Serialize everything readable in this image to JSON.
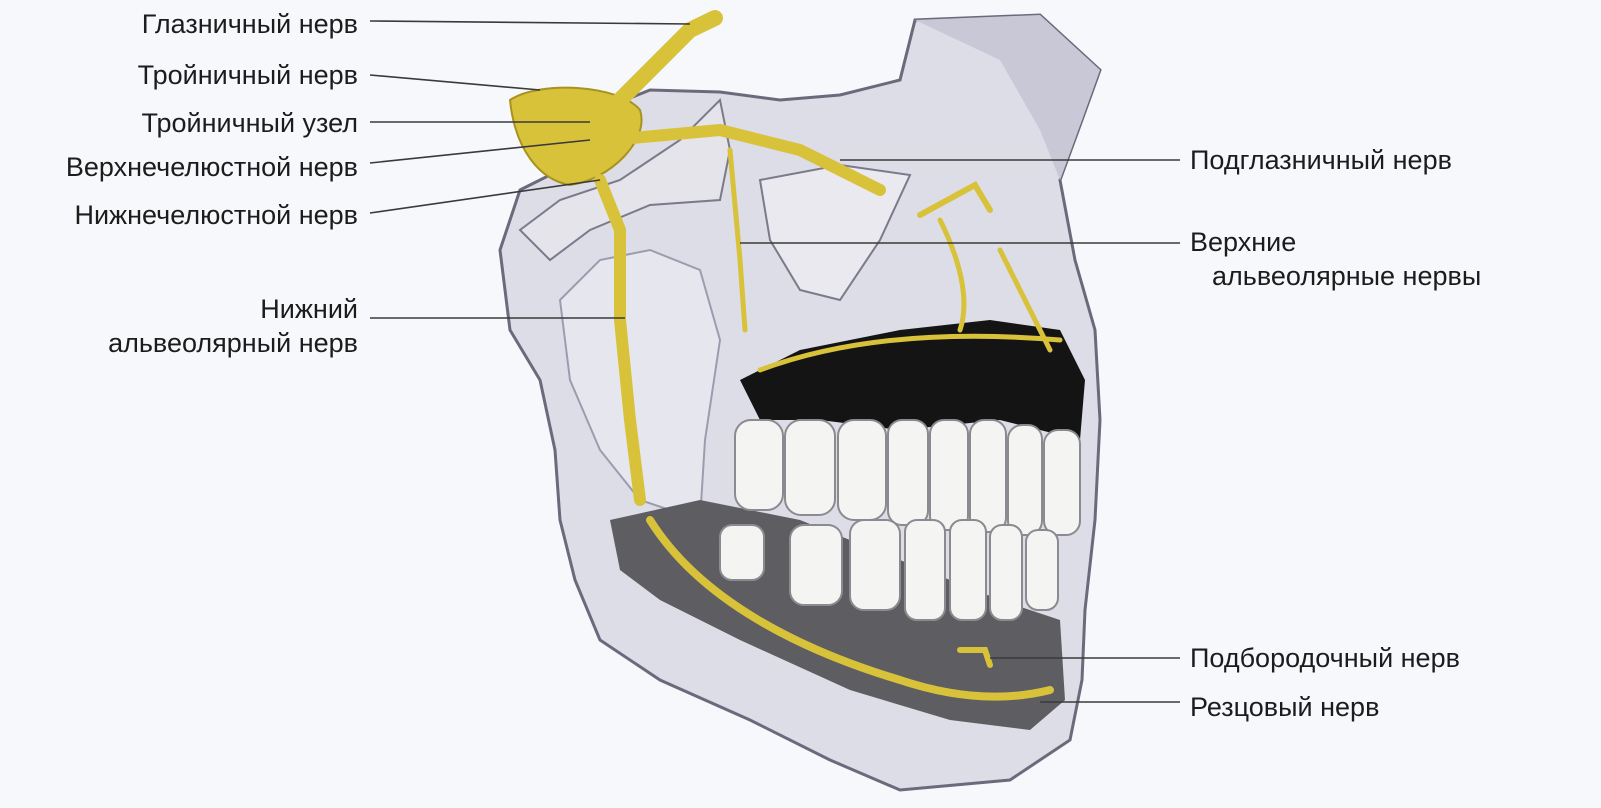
{
  "labels_left": [
    {
      "id": "glaznichny",
      "lines": [
        "Глазничный нерв"
      ]
    },
    {
      "id": "troinichny-nerv",
      "lines": [
        "Тройничный нерв"
      ]
    },
    {
      "id": "troinichny-uzel",
      "lines": [
        "Тройничный узел"
      ]
    },
    {
      "id": "verkhnechelyustnoy",
      "lines": [
        "Верхнечелюстной нерв"
      ]
    },
    {
      "id": "nizhnechelyustnoy",
      "lines": [
        "Нижнечелюстной нерв"
      ]
    },
    {
      "id": "nizhny-alveolyarny",
      "lines": [
        "Нижний",
        "альвеолярный нерв"
      ]
    }
  ],
  "labels_right": [
    {
      "id": "podglaznichny",
      "lines": [
        "Подглазничный нерв"
      ]
    },
    {
      "id": "verkhnie-alveolyarnye",
      "lines": [
        "Верхние",
        "альвеолярные нервы"
      ]
    },
    {
      "id": "podborodochny",
      "lines": [
        "Подбородочный нерв"
      ]
    },
    {
      "id": "reztsovy",
      "lines": [
        "Резцовый нерв"
      ]
    }
  ],
  "colors": {
    "nerve": "#d8c23a",
    "nerve_dark": "#a89320",
    "bone": "#dcdde6",
    "bone_shadow": "#a9a8b8",
    "tooth": "#f4f4f2",
    "cavity": "#141414",
    "spongy": "#6d6d6d",
    "leader": "#3a3a3a",
    "text": "#1c1c1c",
    "background": "#f7f8fb"
  }
}
